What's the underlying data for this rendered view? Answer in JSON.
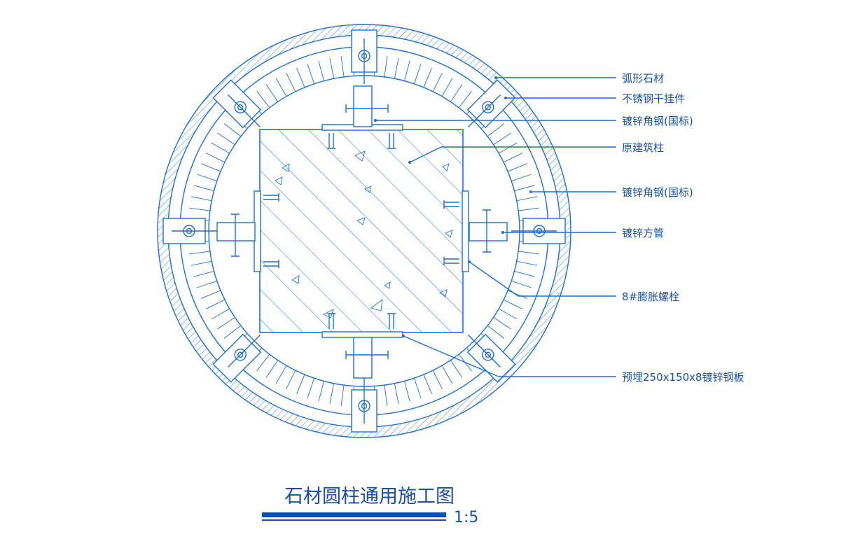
{
  "drawing": {
    "title": "石材圆柱通用施工图",
    "scale": "1:5",
    "colors": {
      "line": "#1f6fd0",
      "text": "#1a4fa3",
      "title_bar": "#0a4fb5"
    },
    "labels": [
      "弧形石材",
      "不锈钢干挂件",
      "镀锌角钢(国标)",
      "原建筑柱",
      "镀锌角钢(国标)",
      "镀锌方管",
      "8#膨胀螺栓",
      "预埋250x150x8镀锌钢板"
    ]
  }
}
